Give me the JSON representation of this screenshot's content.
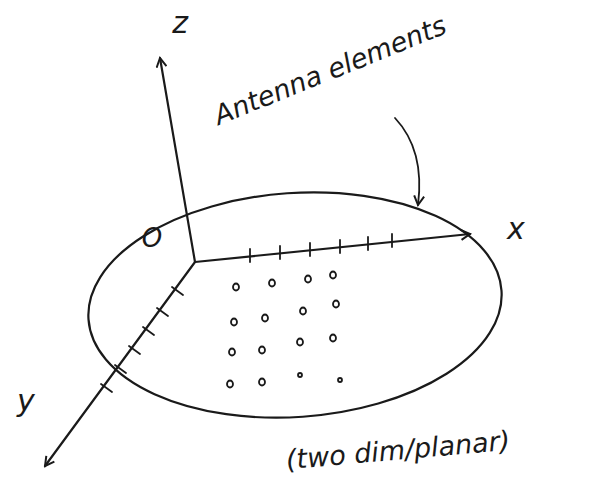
{
  "diagram": {
    "labels": [
      "z",
      "Antenna elements",
      "O",
      "x",
      "y",
      "(two dim/planar)"
    ]
  }
}
